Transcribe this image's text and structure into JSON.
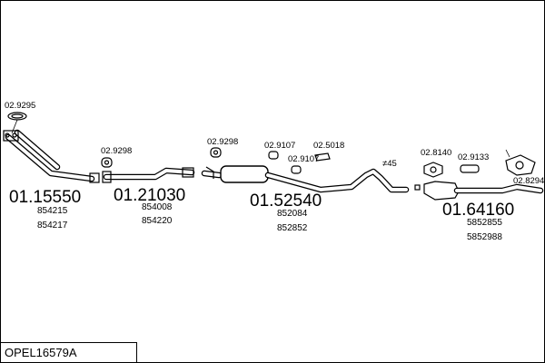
{
  "diagram": {
    "code": "OPEL16579A",
    "sections": [
      {
        "part": "01.15550",
        "refs": [
          "854215",
          "854217"
        ]
      },
      {
        "part": "01.21030",
        "refs": [
          "854008",
          "854220"
        ]
      },
      {
        "part": "01.52540",
        "refs": [
          "852084",
          "852852"
        ]
      },
      {
        "part": "01.64160",
        "refs": [
          "5852855",
          "5852988"
        ]
      }
    ],
    "accessories": {
      "a1": "02.9295",
      "a2": "02.9298",
      "a3": "02.9298",
      "a4": "02.9107",
      "a5": "02.9107",
      "a6": "02.5018",
      "a7": "02.8140",
      "a8": "02.9133",
      "a9": "02.8294"
    },
    "note_length": "45"
  }
}
